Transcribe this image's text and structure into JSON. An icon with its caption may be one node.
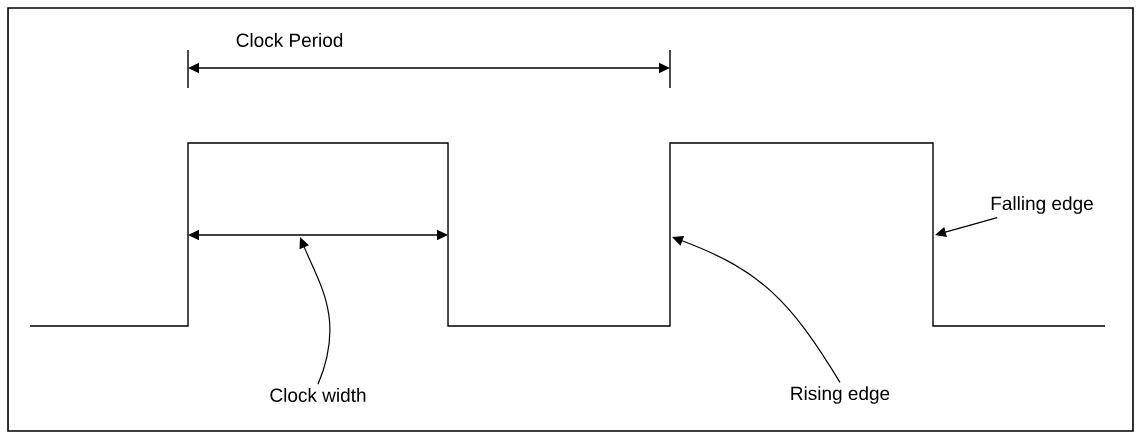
{
  "diagram": {
    "nodes": [
      {
        "text": [
          "Clock width"
        ]
      },
      {
        "text": [
          "Rising edge"
        ]
      },
      {
        "text": [
          "Falling edge"
        ]
      }
    ],
    "edges": [
      {
        "from": 0,
        "to": null,
        "arrow": "to"
      },
      {
        "from": 1,
        "to": null,
        "arrow": "to"
      },
      {
        "from": 2,
        "to": null,
        "arrow": "to"
      }
    ],
    "labels": [
      "Clock Period"
    ]
  }
}
